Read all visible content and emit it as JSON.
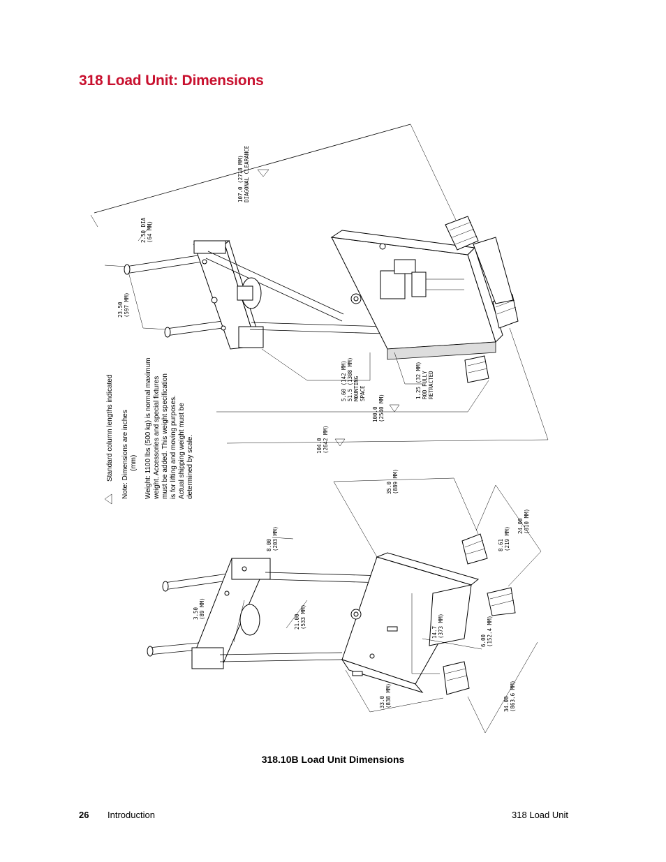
{
  "page": {
    "title": "318 Load Unit: Dimensions",
    "caption": "318.10B Load Unit Dimensions",
    "footer": {
      "page_number": "26",
      "section": "Introduction",
      "document": "318 Load Unit"
    }
  },
  "notes": {
    "legend": "Standard column lengths indicated",
    "units_line1": "Note: Dimensions are  inches",
    "units_line2": "(mm)",
    "weight_lines": [
      "Weight:  1100 lbs (500 kg) is normal maximum",
      "weight.  Accessories and special fixtures",
      "must be added.  This weight specification",
      "is for lifting and moving purposes.",
      "Actual shipping weight must be",
      "determined by scale."
    ]
  },
  "dimensions": {
    "diagonal_clearance": [
      "107.0 (2718 MM)",
      "DIAGONAL CLEARANCE"
    ],
    "rod_dia": [
      "2.50 DIA",
      "(64 MM)"
    ],
    "col_spacing": [
      "23.50",
      "(597 MM)"
    ],
    "mounting_space": [
      "5.60 (142 MM)",
      "51.5 (1308 MM)",
      "MOUNTING",
      "SPACE"
    ],
    "rod_retracted": [
      "1.25 (32 MM)",
      "ROD FULLY",
      "RETRACTED"
    ],
    "height_100": [
      "100.0",
      "(2540 MM)"
    ],
    "height_104": [
      "104.0",
      "(2642 MM)"
    ],
    "depth_35": [
      "35.0",
      "(889 MM)"
    ],
    "crosshead_8": [
      "8.00",
      "(203 MM)"
    ],
    "crosshead_3_5": [
      "3.50",
      "(89 MM)"
    ],
    "col_21": [
      "21.00",
      "(533 MM)"
    ],
    "foot_8_61": [
      "8.61",
      "(219 MM)"
    ],
    "foot_24": [
      "24.00",
      "(610 MM)"
    ],
    "width_14_7": [
      "14.7",
      "(373 MM)"
    ],
    "foot_6": [
      "6.00",
      "(152.4 MM)"
    ],
    "base_33": [
      "33.0",
      "(838 MM)"
    ],
    "base_34": [
      "34.00",
      "(863.6 MM)"
    ]
  }
}
